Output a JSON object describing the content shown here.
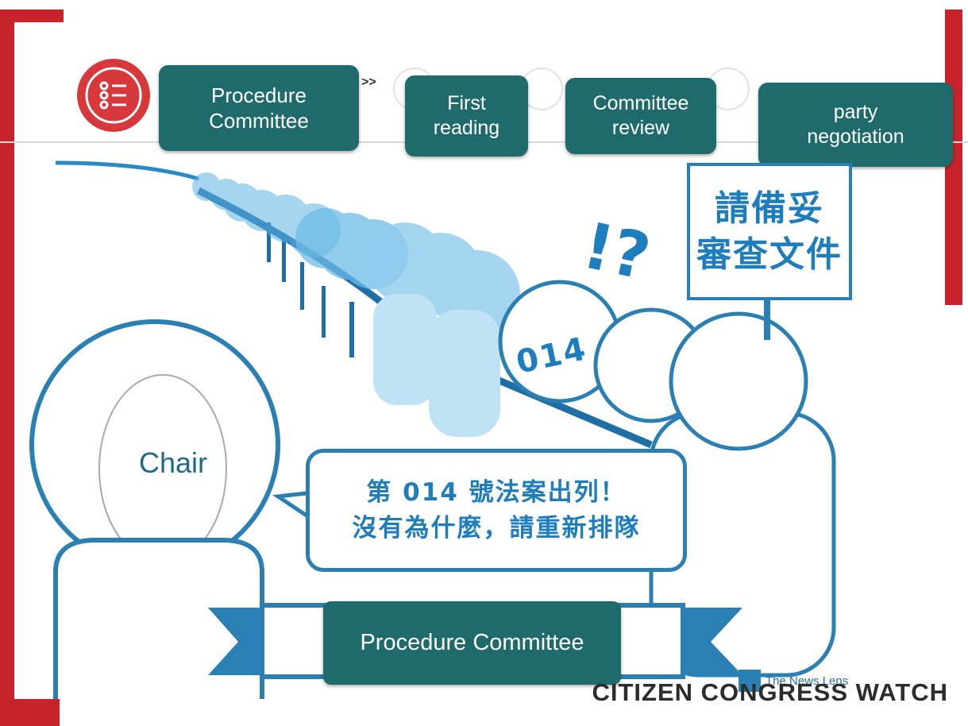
{
  "steps": {
    "procedure": "Procedure\nCommittee",
    "first_reading": "First\nreading",
    "committee_review": "Committee\nreview",
    "party_negotiation": "party\nnegotiation"
  },
  "arrow_text": ">>",
  "sign": {
    "line1": "請備妥",
    "line2": "審查文件"
  },
  "speech": {
    "line1": "第 014 號法案出列！",
    "line2": "沒有為什麼，請重新排隊"
  },
  "chair_label": "Chair",
  "bill_number": "014",
  "exclaim": "!?",
  "ribbon_label": "Procedure Committee",
  "news_lens": "The News Lens",
  "brand": "CITIZEN CONGRESS WATCH",
  "colors": {
    "teal": "#1f6b6c",
    "blue": "#2a7fb3",
    "red": "#c8232c"
  }
}
